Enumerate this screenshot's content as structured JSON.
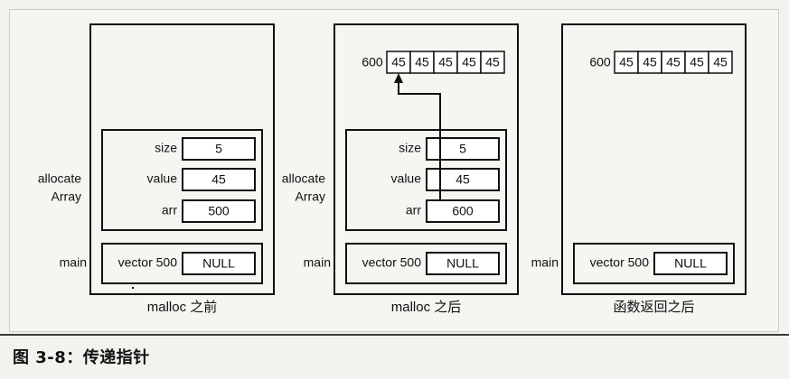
{
  "panels": [
    {
      "id": "before",
      "caption": "malloc 之前",
      "heap": null,
      "frames": {
        "allocateArray": {
          "label": [
            "allocate",
            "Array"
          ],
          "fields": [
            {
              "name": "size",
              "value": "5"
            },
            {
              "name": "value",
              "value": "45"
            },
            {
              "name": "arr",
              "value": "500"
            }
          ]
        },
        "main": {
          "label": "main",
          "field": {
            "name": "vector 500",
            "value": "NULL"
          }
        }
      }
    },
    {
      "id": "after",
      "caption": "malloc 之后",
      "heap": {
        "address": "600",
        "cells": [
          "45",
          "45",
          "45",
          "45",
          "45"
        ]
      },
      "frames": {
        "allocateArray": {
          "label": [
            "allocate",
            "Array"
          ],
          "fields": [
            {
              "name": "size",
              "value": "5"
            },
            {
              "name": "value",
              "value": "45"
            },
            {
              "name": "arr",
              "value": "600"
            }
          ]
        },
        "main": {
          "label": "main",
          "field": {
            "name": "vector 500",
            "value": "NULL"
          }
        }
      },
      "pointer_arrow": true
    },
    {
      "id": "returned",
      "caption": "函数返回之后",
      "heap": {
        "address": "600",
        "cells": [
          "45",
          "45",
          "45",
          "45",
          "45"
        ]
      },
      "frames": {
        "allocateArray": null,
        "main": {
          "label": "main",
          "field": {
            "name": "vector 500",
            "value": "NULL"
          }
        }
      }
    }
  ],
  "figure_caption": "图 3-8：传递指针"
}
